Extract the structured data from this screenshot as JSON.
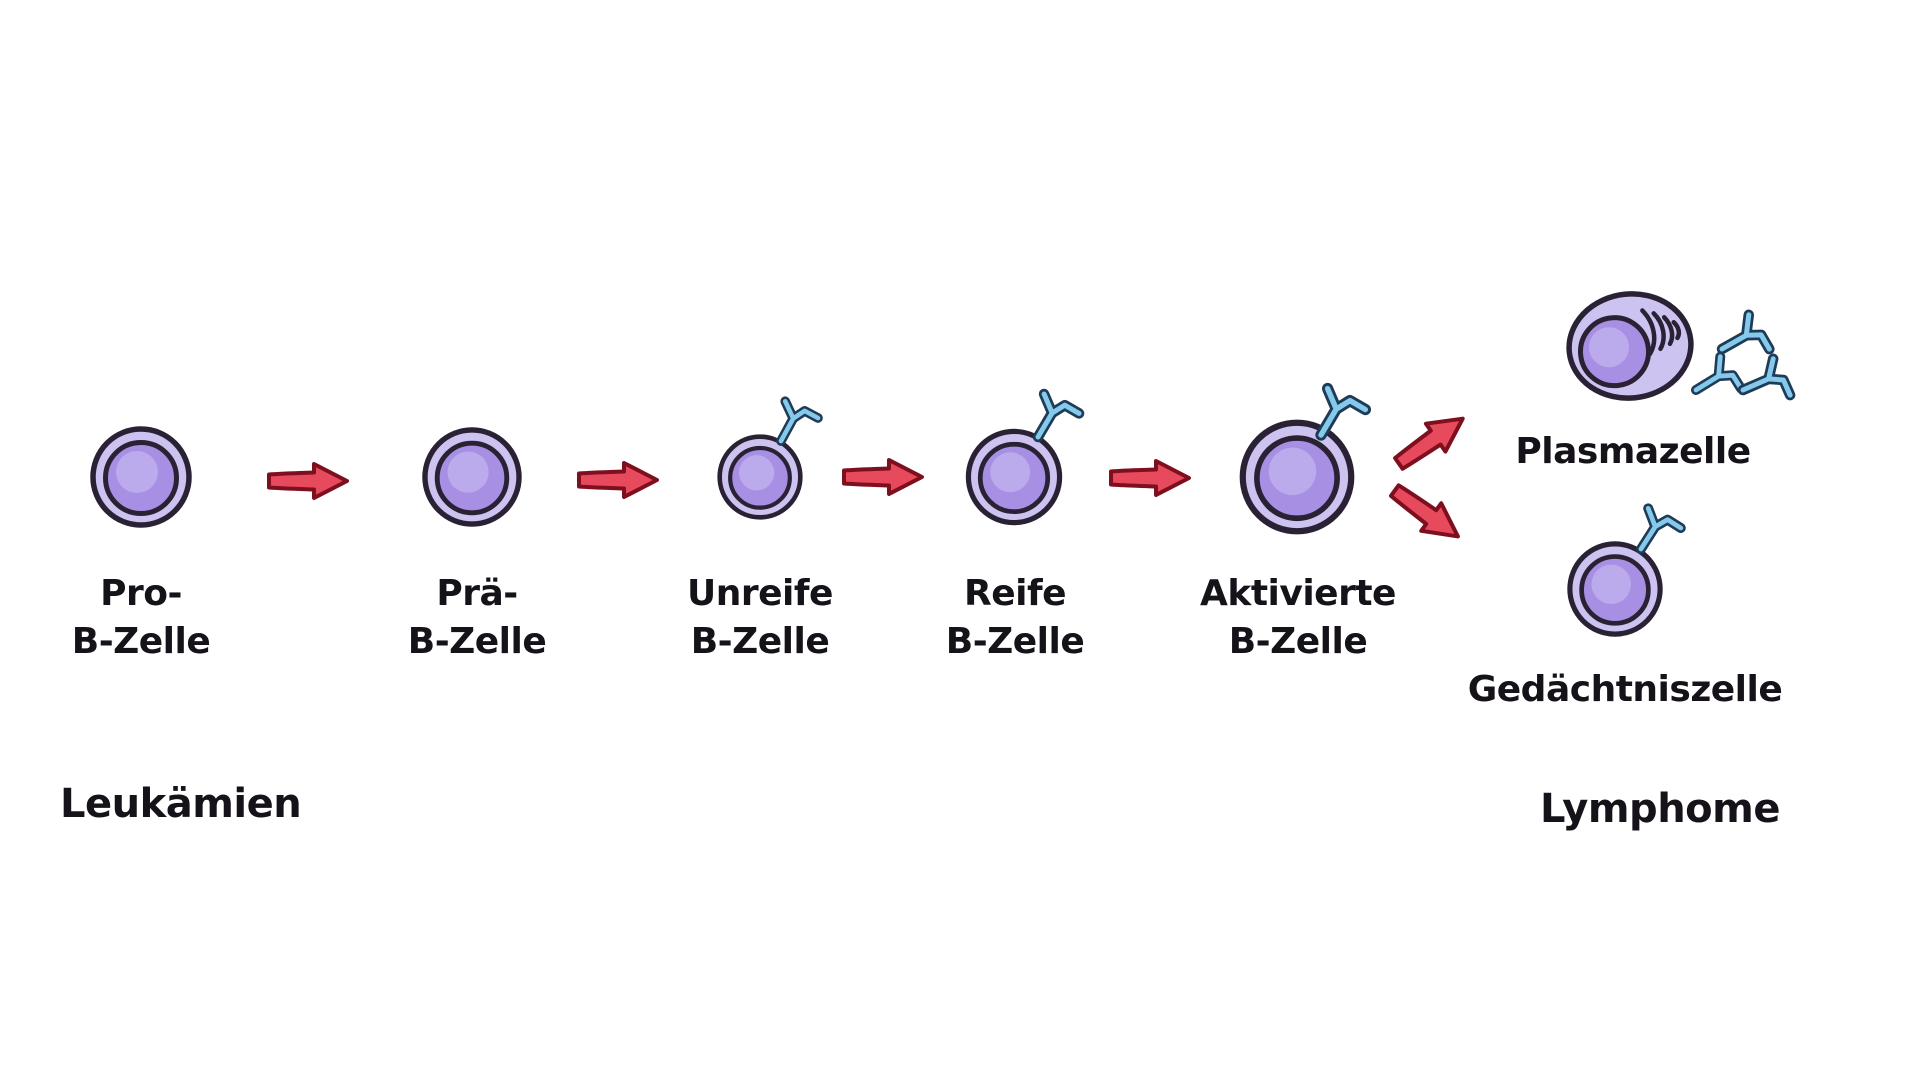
{
  "palette": {
    "background": "#ffffff",
    "text": "#161219",
    "ink": "#2a2234",
    "cell_fill": "#ccc3f0",
    "nucleus": "#a78fe3",
    "nucleus_hi": "#bcabec",
    "red": "#e64a5c",
    "red_ink": "#7e0f1f",
    "ab_fill": "#85c9ed",
    "ab_ink": "#1e3c55"
  },
  "stages": [
    {
      "label": "Pro-\nB-Zelle"
    },
    {
      "label": "Prä-\nB-Zelle"
    },
    {
      "label": "Unreife\nB-Zelle"
    },
    {
      "label": "Reife\nB-Zelle"
    },
    {
      "label": "Aktivierte\nB-Zelle"
    }
  ],
  "outcomes": [
    {
      "label": "Plasmazelle"
    },
    {
      "label": "Gedächtniszelle"
    }
  ],
  "disease_groups": [
    {
      "label": "Leukämien"
    },
    {
      "label": "Lymphome"
    }
  ]
}
